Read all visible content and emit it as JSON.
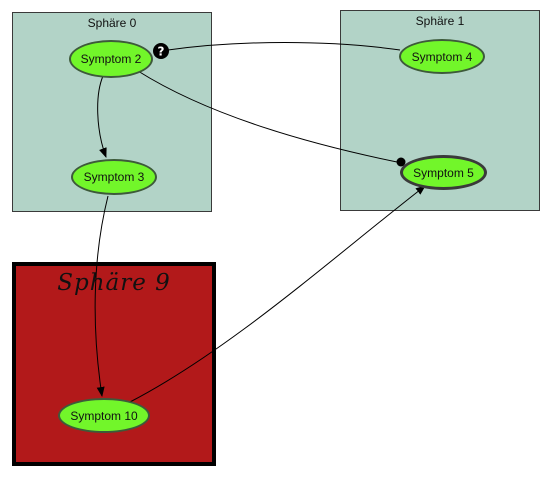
{
  "spheres": [
    {
      "id": "s0",
      "title": "Sphäre 0",
      "style": "green"
    },
    {
      "id": "s1",
      "title": "Sphäre 1",
      "style": "green"
    },
    {
      "id": "s9",
      "title": "Sphäre 9",
      "style": "red"
    }
  ],
  "nodes": [
    {
      "id": "n2",
      "label": "Symptom 2"
    },
    {
      "id": "n3",
      "label": "Symptom 3"
    },
    {
      "id": "n4",
      "label": "Symptom 4"
    },
    {
      "id": "n5",
      "label": "Symptom 5"
    },
    {
      "id": "n10",
      "label": "Symptom 10"
    }
  ],
  "edges": [
    {
      "from": "n2",
      "to": "n3",
      "marker": "arrow"
    },
    {
      "from": "n4",
      "to": "n2",
      "marker": "question"
    },
    {
      "from": "n2",
      "to": "n5",
      "marker": "dot"
    },
    {
      "from": "n3",
      "to": "n10",
      "marker": "arrow"
    },
    {
      "from": "n10",
      "to": "n5",
      "marker": "arrow"
    }
  ],
  "colors": {
    "sphere_green": "#b2d3c7",
    "sphere_red": "#b2191a",
    "node": "#72f62a"
  },
  "icons": {
    "question_marker": "question-mark-icon"
  }
}
